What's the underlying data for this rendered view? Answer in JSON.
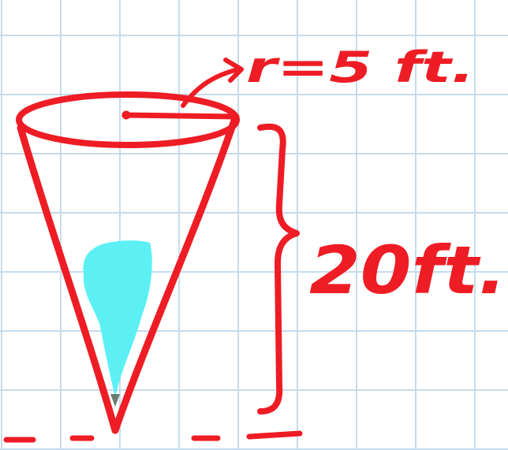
{
  "diagram": {
    "radius_label": "r=5 ft.",
    "height_label": "20ft.",
    "colors": {
      "ink": "#ee1c24",
      "water": "#5cf0f5",
      "water_tip": "#6a7a72",
      "grid": "#c5dbec",
      "background": "#ffffff"
    },
    "icons": {
      "cone": "cone-outline",
      "radius_arrow": "curved-arrow-icon",
      "height_brace": "right-brace-icon"
    }
  }
}
